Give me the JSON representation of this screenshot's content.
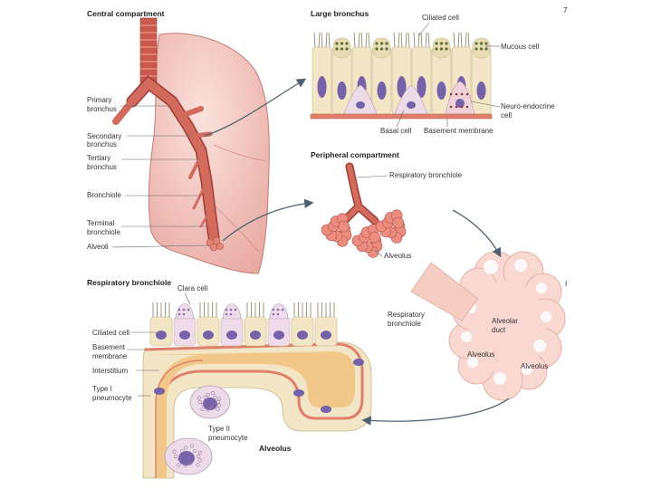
{
  "headers": {
    "central": "Central compartment",
    "large": "Large bronchus",
    "peripheral": "Peripheral compartment",
    "resp": "Respiratory bronchiole",
    "corner": "7"
  },
  "central_labels": {
    "primary_1": "Primary",
    "primary_2": "bronchus",
    "secondary_1": "Secondary",
    "secondary_2": "bronchus",
    "tertiary_1": "Tertiary",
    "tertiary_2": "bronchus",
    "bronchiole": "Bronchiole",
    "terminal_1": "Terminal",
    "terminal_2": "bronchiole",
    "alveoli": "Alveoli"
  },
  "large_labels": {
    "ciliated": "Ciliated cell",
    "mucous": "Mucous cell",
    "neuro_1": "Neuro-endocrine",
    "neuro_2": "cell",
    "basal": "Basal cell",
    "basement": "Basement membrane"
  },
  "peripheral_labels": {
    "resp_bronchiole": "Respiratory bronchiole",
    "alveolus": "Alveolus"
  },
  "acinus_labels": {
    "resp_1": "Respiratory",
    "resp_2": "bronchiole",
    "duct_1": "Alveolar",
    "duct_2": "duct",
    "alv_a": "Alveolus",
    "alv_b": "Alveolus",
    "mark": "I"
  },
  "resp_labels": {
    "clara": "Clara cell",
    "ciliated": "Ciliated cell",
    "basement_1": "Basement",
    "basement_2": "membrane",
    "interstitium": "Interstitium",
    "type1_1": "Type I",
    "type1_2": "pneumocyte",
    "type2_1": "Type II",
    "type2_2": "pneumocyte",
    "alveolus": "Alveolus"
  },
  "colors": {
    "lung_fill": "#f2c3bf",
    "airway": "#cd5f52",
    "epithelium": "#f3e6c6",
    "nucleus": "#7562a8",
    "basement": "#e1806a",
    "interstitium": "#f1c889",
    "acinus_fill": "#f8d8d0",
    "arrow": "#4f6170"
  }
}
